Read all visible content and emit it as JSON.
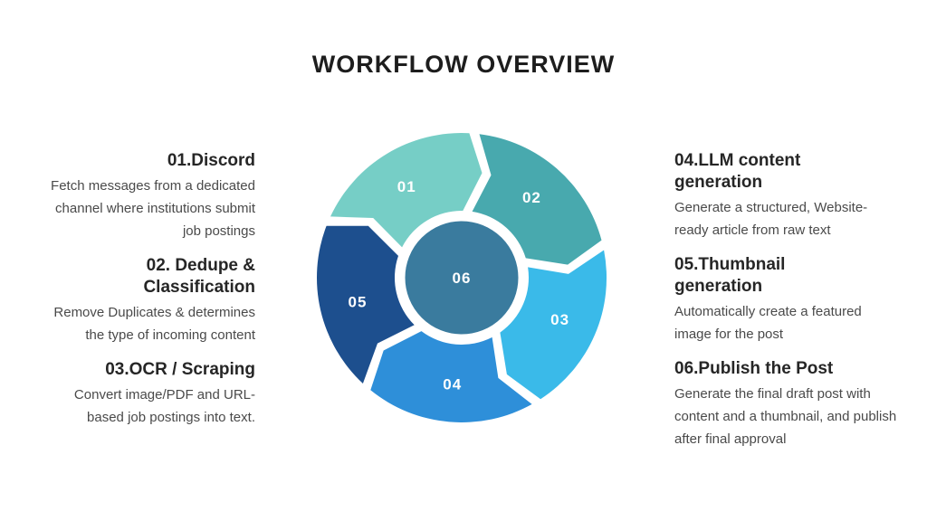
{
  "title": "WORKFLOW OVERVIEW",
  "steps_left": [
    {
      "heading": "01.Discord",
      "body": "Fetch messages from a dedicated channel where institutions submit job postings"
    },
    {
      "heading": "02. Dedupe & Classification",
      "body": "Remove Duplicates & determines the type of incoming content"
    },
    {
      "heading": "03.OCR / Scraping",
      "body": "Convert image/PDF and URL-based job postings into text."
    }
  ],
  "steps_right": [
    {
      "heading": "04.LLM content generation",
      "body": "Generate a structured, Website-ready article from raw text"
    },
    {
      "heading": "05.Thumbnail generation",
      "body": "Automatically create a featured image for the post"
    },
    {
      "heading": "06.Publish the Post",
      "body": "Generate the final draft post with content and a thumbnail, and publish after final approval"
    }
  ],
  "diagram": {
    "type": "cycle",
    "segments": [
      {
        "label": "01",
        "color": "#76CEC6"
      },
      {
        "label": "02",
        "color": "#48A9AE"
      },
      {
        "label": "03",
        "color": "#3ABAE9"
      },
      {
        "label": "04",
        "color": "#2E8FD9"
      },
      {
        "label": "05",
        "color": "#1D4F8E"
      }
    ],
    "center": {
      "label": "06",
      "color": "#3A7B9E",
      "ring_color": "#ffffff"
    }
  }
}
